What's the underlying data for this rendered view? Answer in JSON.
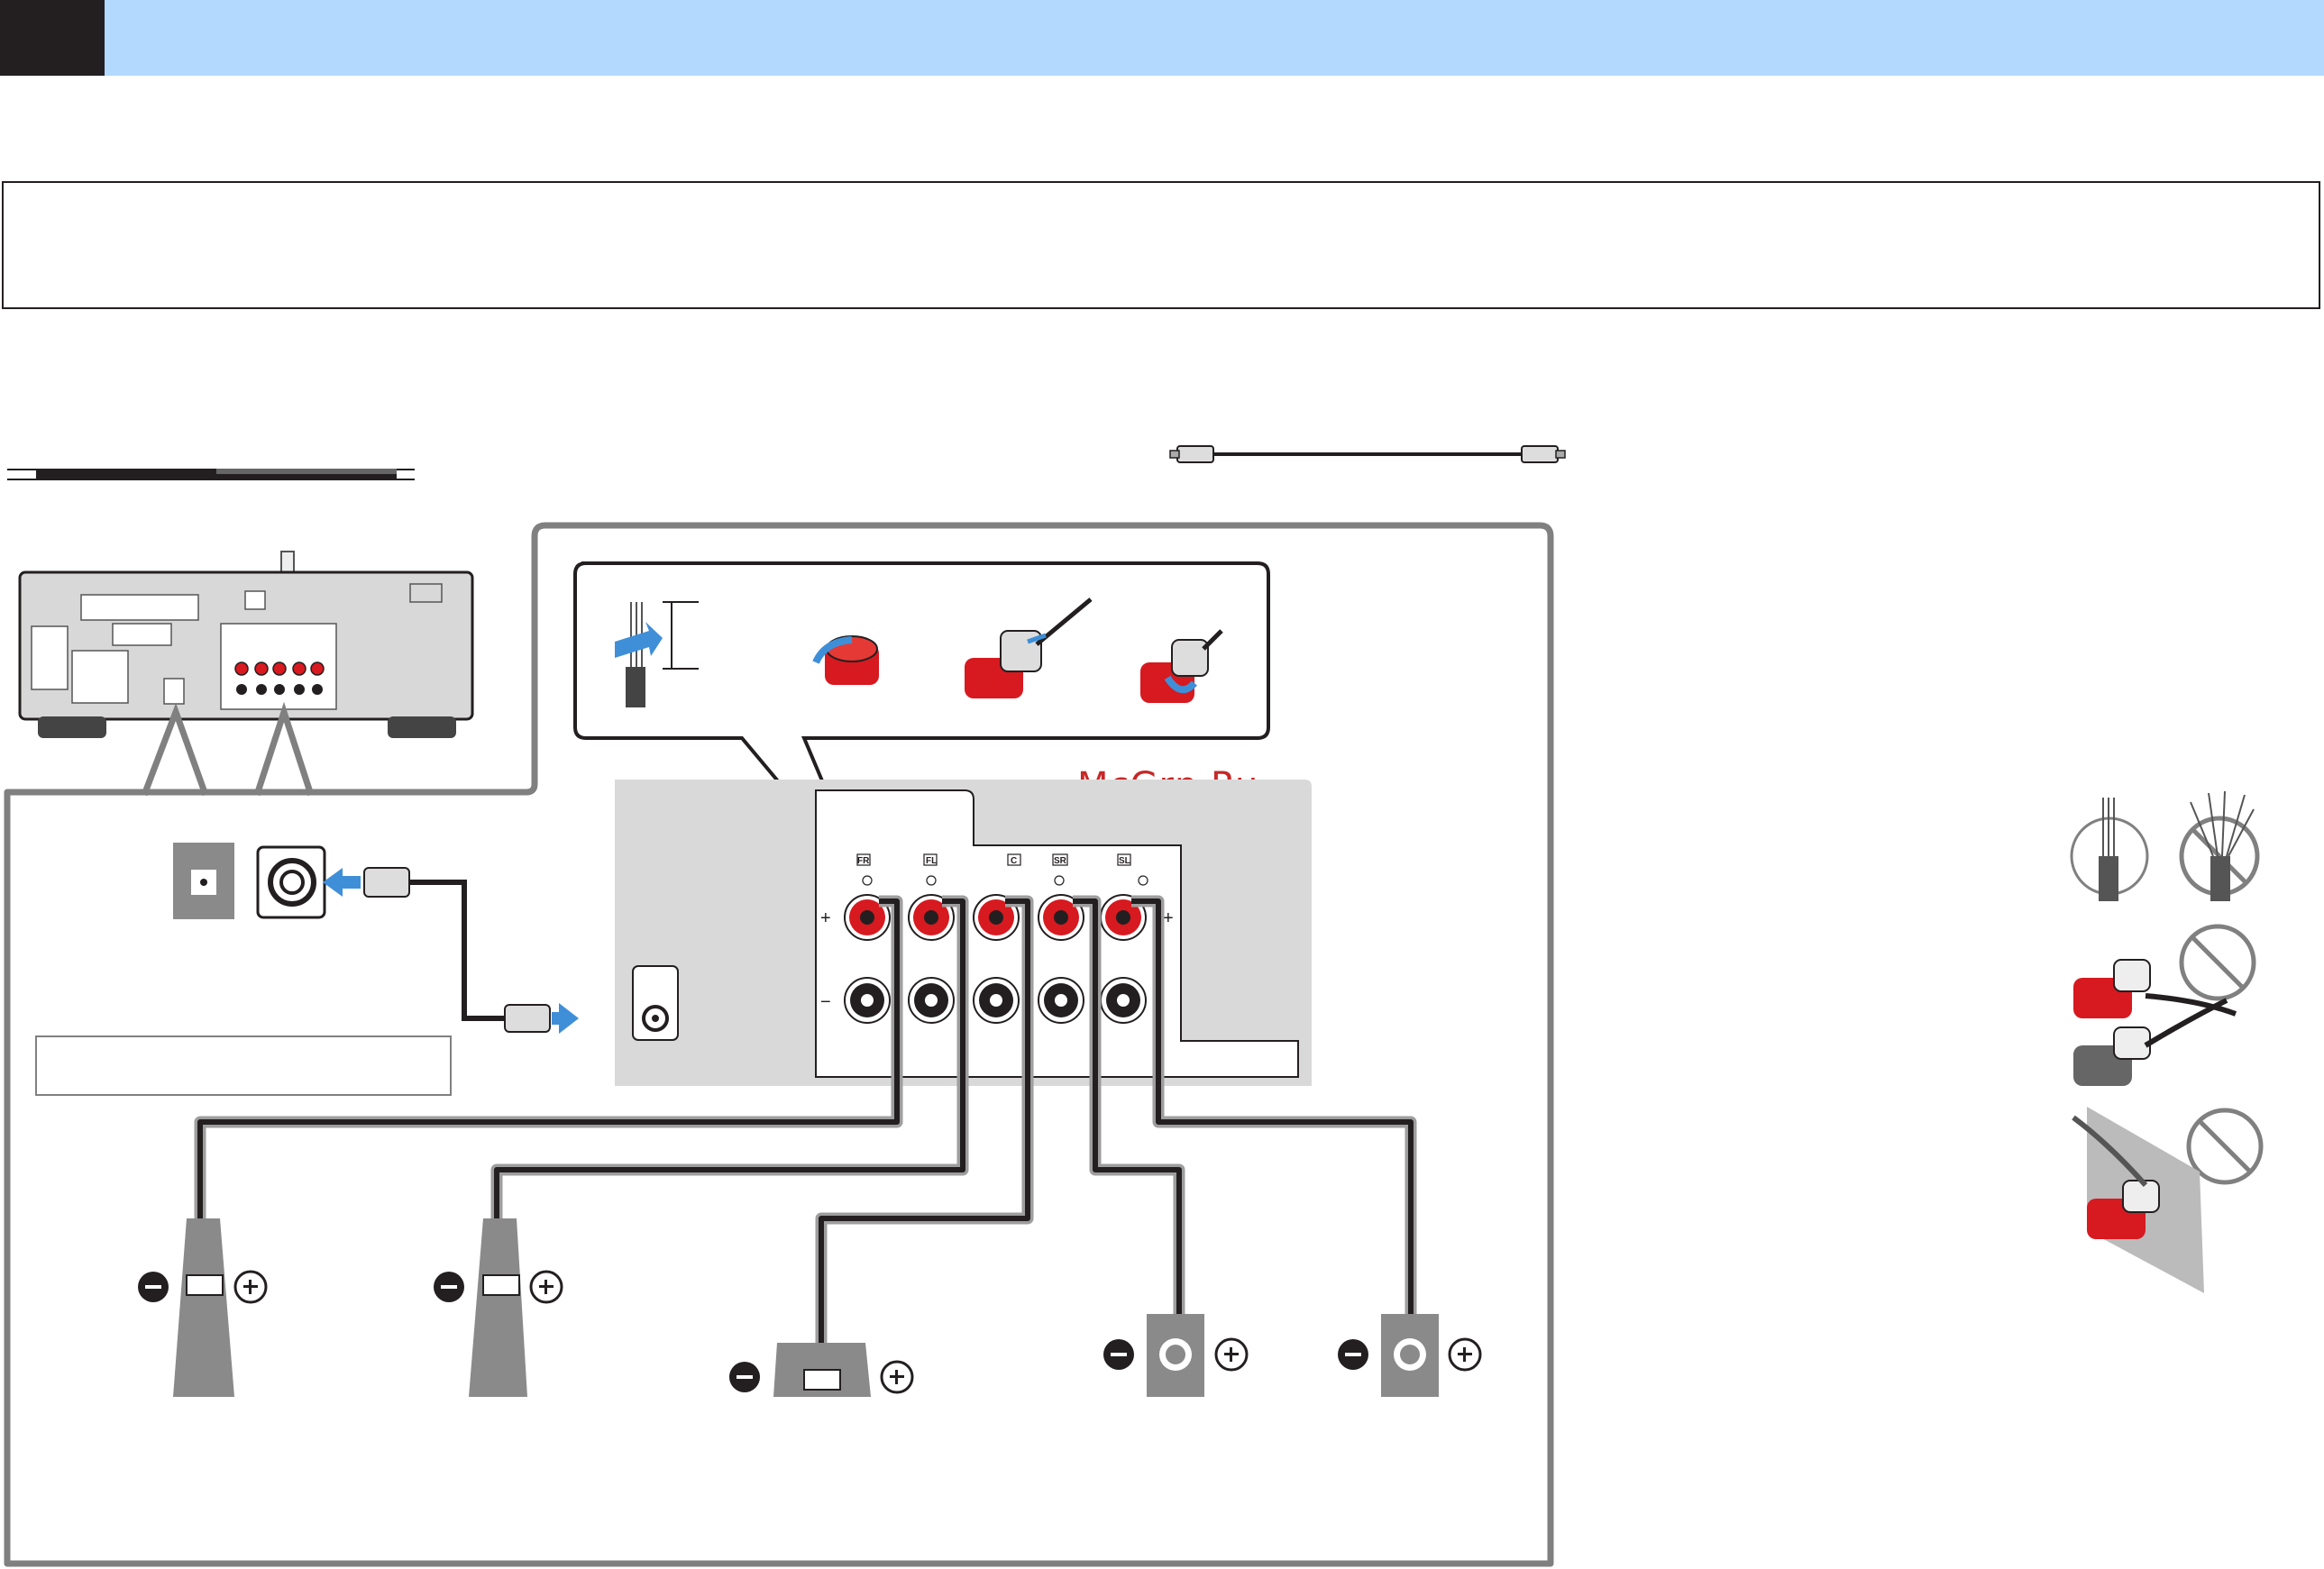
{
  "watermark": "McGrp.Ru",
  "terminals": {
    "labels": [
      "FR",
      "FL",
      "C",
      "SR",
      "SL"
    ],
    "channel_marks": [
      "R",
      "L",
      "",
      "R",
      "L"
    ],
    "plus_sign": "+",
    "minus_sign": "−"
  },
  "speaker_polarity": {
    "minus": "−",
    "plus": "+"
  },
  "icons": {
    "header": "section-tab",
    "cable_left": "speaker-cable-icon",
    "cable_right": "pin-cable-icon",
    "receiver": "receiver-rear-panel",
    "subwoofer": "subwoofer-icon",
    "prohibited": "prohibited-icon"
  },
  "colors": {
    "header_bg": "#b3d9ff",
    "header_tab": "#231f20",
    "panel_gray": "#d9d9d9",
    "terminal_red": "#d71920",
    "arrow_blue": "#3f8fd8",
    "frame_gray": "#808080",
    "watermark_red": "#c62828"
  }
}
